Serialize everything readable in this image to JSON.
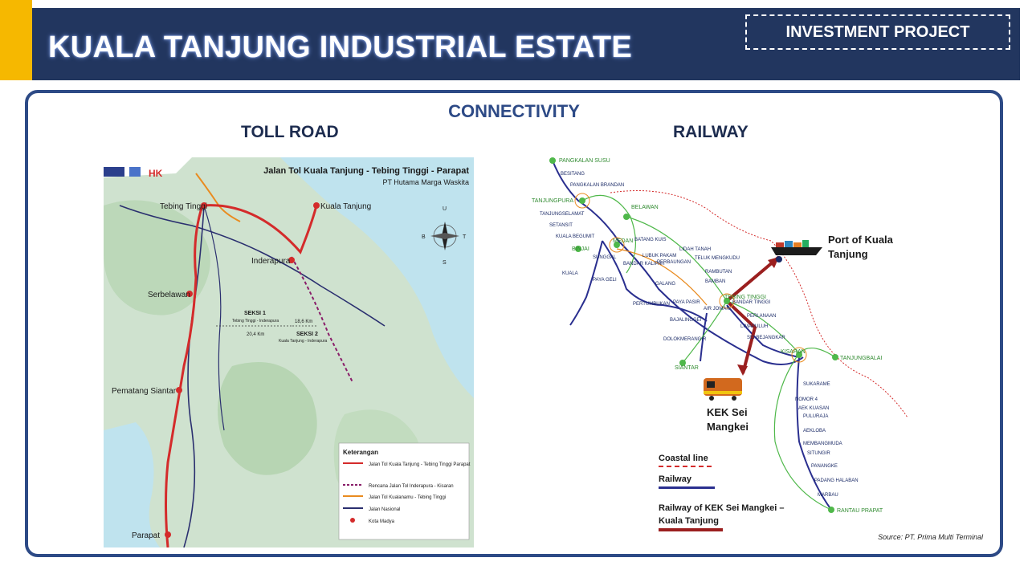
{
  "header": {
    "title": "KUALA TANJUNG INDUSTRIAL ESTATE",
    "tag": "INVESTMENT PROJECT"
  },
  "panel": {
    "section_title": "CONNECTIVITY",
    "toll_title": "TOLL ROAD",
    "rail_title": "RAILWAY",
    "source": "Source: PT. Prima Multi Terminal"
  },
  "toll_map": {
    "heading": "Jalan Tol Kuala Tanjung - Tebing Tinggi - Parapat",
    "company": "PT Hutama Marga Waskita",
    "cities": [
      "Tebing Tinggi",
      "Kuala Tanjung",
      "Inderapura",
      "Serbelawan",
      "Pematang Siantar",
      "Parapat"
    ],
    "section1": "SEKSI 1",
    "section1_sub": "Tebing Tinggi - Inderapura",
    "section1_len": "20,4 Km",
    "section2": "SEKSI 2",
    "section2_sub": "Kuala Tanjung - Inderapura",
    "section2_len": "18,6 Km",
    "compass": [
      "U",
      "B",
      "T",
      "S"
    ],
    "legend_title": "Keterangan",
    "legend": [
      "Jalan Tol Kuala Tanjung - Tebing Tinggi Parapat",
      "Rencana Jalan Tol Inderapura - Kisaran",
      "Jalan Tol Kualanamu - Tebing Tinggi",
      "Jalan Nasional",
      "Kota Madya"
    ]
  },
  "rail_map": {
    "terminals": [
      "PANGKALAN SUSU",
      "TANJUNGPURA",
      "BELAWAN",
      "MEDAN",
      "BINJAI",
      "TEBING TINGGI",
      "KISARAN",
      "TANJUNGBALAI",
      "SIANTAR",
      "RANTAU PRAPAT"
    ],
    "stations": [
      "BESITANG",
      "PANGKALAN BRANDAN",
      "TANJUNGSELAMAT",
      "SETANSIT",
      "KUALA BEGUMIT",
      "KUALA",
      "PAYA GELI",
      "SUNGGAL",
      "BANDAR KALIPAH",
      "BATANG KUIS",
      "LUBUK PAKAM",
      "PERBAUNGAN",
      "LIDAH TANAH",
      "TELUK MENGKUDU",
      "RAMBUTAN",
      "BAMBAN",
      "GALANG",
      "PERTUMBUKAN",
      "BANDAR TINGGI",
      "PERLANAAN",
      "LIMAPULUH",
      "SEI BEJANGKAR",
      "AIR JOMAN",
      "PAYA PASIR",
      "BAJALINGGEI",
      "DOLOKMERANGIR",
      "SUKARAME",
      "PULURAJA",
      "AEKLOBA",
      "MEMBANGMUDA",
      "SITUNGIR",
      "PANANGKE",
      "PADANG HALABAN",
      "MARBAU",
      "NOMOR 4",
      "AEK KUASAN"
    ],
    "port_label": "Port of Kuala Tanjung",
    "kek_label": "KEK Sei Mangkei",
    "legend": [
      "Coastal line",
      "Railway",
      "Railway of KEK Sei Mangkei – Kuala Tanjung"
    ]
  },
  "colors": {
    "header_bg": "#22365f",
    "accent": "#f6b800",
    "panel_border": "#2d4a86",
    "toll_red": "#d42b2b",
    "rail_blue": "#2a2f8f",
    "rail_green": "#4fb84a",
    "kek_red": "#9b1f1f"
  }
}
